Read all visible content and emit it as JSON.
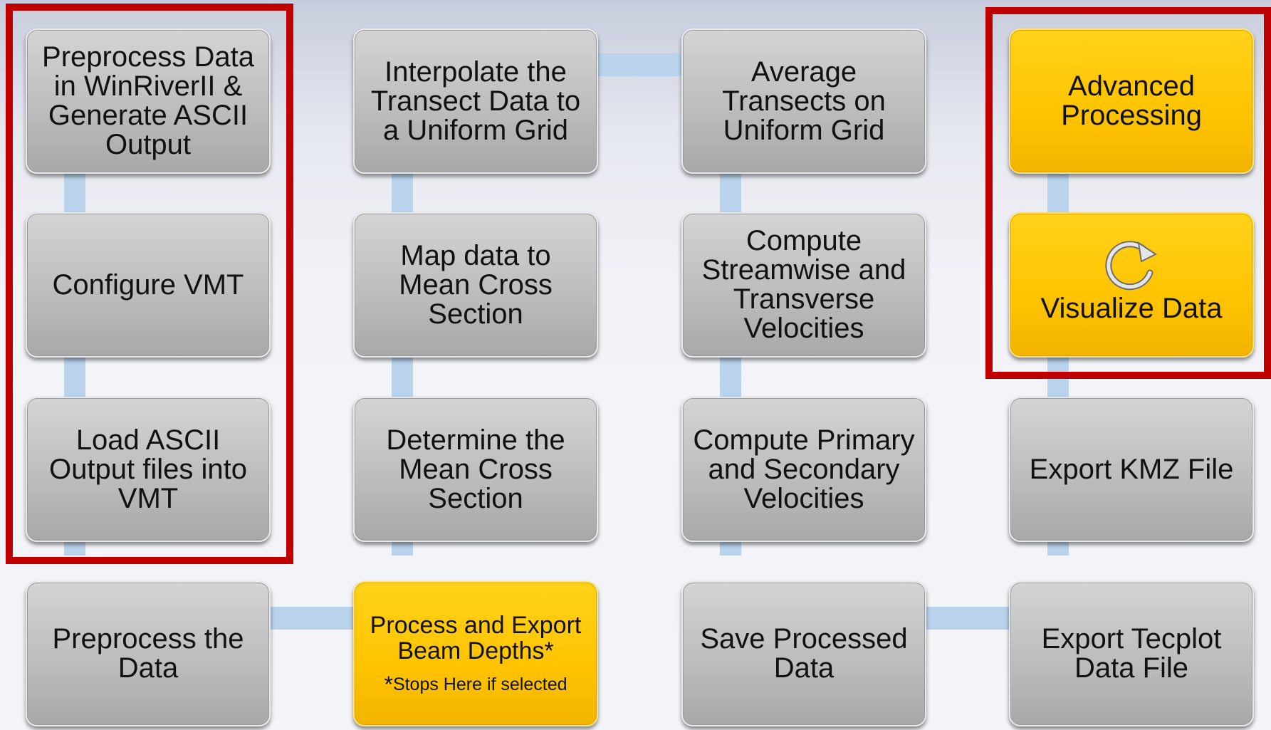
{
  "boxes": {
    "preprocess_winriver": "Preprocess Data in WinRiverII  & Generate ASCII Output",
    "configure_vmt": "Configure VMT",
    "load_ascii": "Load ASCII Output files into VMT",
    "preprocess_the_data": "Preprocess the Data",
    "interpolate_transect": "Interpolate the Transect Data to a Uniform Grid",
    "map_data": "Map data to Mean Cross Section",
    "determine_mean": "Determine the Mean Cross Section",
    "process_export_beam": "Process and Export Beam Depths*",
    "stops_note": "Stops Here if selected",
    "stops_star": "*",
    "average_transects": "Average Transects on Uniform Grid",
    "compute_streamwise": "Compute Streamwise and Transverse Velocities",
    "compute_primary": "Compute Primary and Secondary Velocities",
    "save_processed": "Save  Processed Data",
    "advanced_processing": "Advanced Processing",
    "visualize_data": "Visualize Data",
    "export_kmz": "Export KMZ File",
    "export_tecplot": "Export Tecplot Data File"
  },
  "icons": {
    "visualize": "refresh-icon"
  },
  "colors": {
    "highlight": "#c00000",
    "gray_box": "#bdbdbd",
    "yellow_box": "#ffc300",
    "connector": "#b9d3ec"
  }
}
